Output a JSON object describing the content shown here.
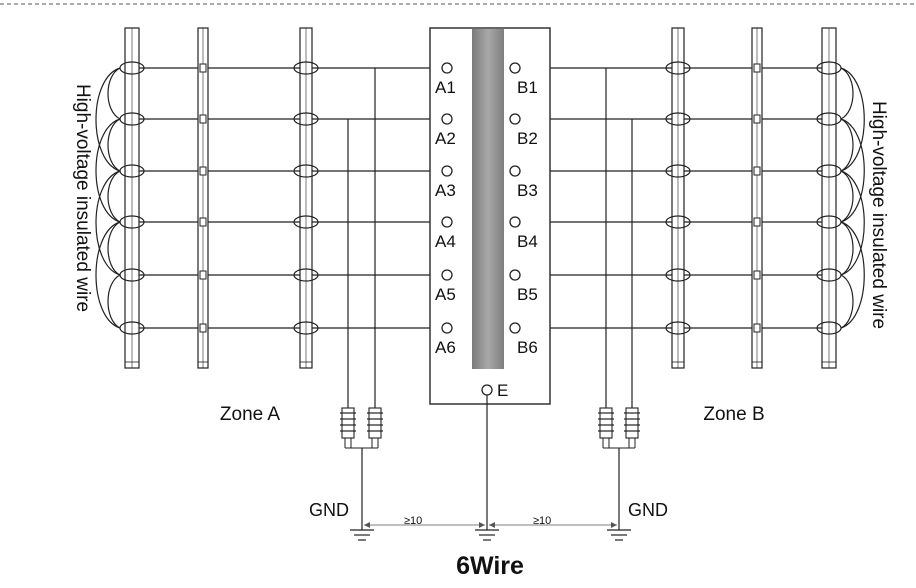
{
  "side_labels": {
    "left": "High-voltage insulated wire",
    "right": "High-voltage insulated wire"
  },
  "terminals": {
    "zone_a": [
      "A1",
      "A2",
      "A3",
      "A4",
      "A5",
      "A6"
    ],
    "zone_b": [
      "B1",
      "B2",
      "B3",
      "B4",
      "B5",
      "B6"
    ],
    "earth": "E"
  },
  "zones": {
    "a": "Zone A",
    "b": "Zone B"
  },
  "ground": {
    "left": "GND",
    "right": "GND",
    "distance_left": "≥10",
    "distance_right": "≥10"
  },
  "title": "6Wire",
  "colors": {
    "line": "#222222",
    "panel_border": "#333333",
    "panel_fill": "#ffffff",
    "pole_gray": "#8c8c8c"
  }
}
